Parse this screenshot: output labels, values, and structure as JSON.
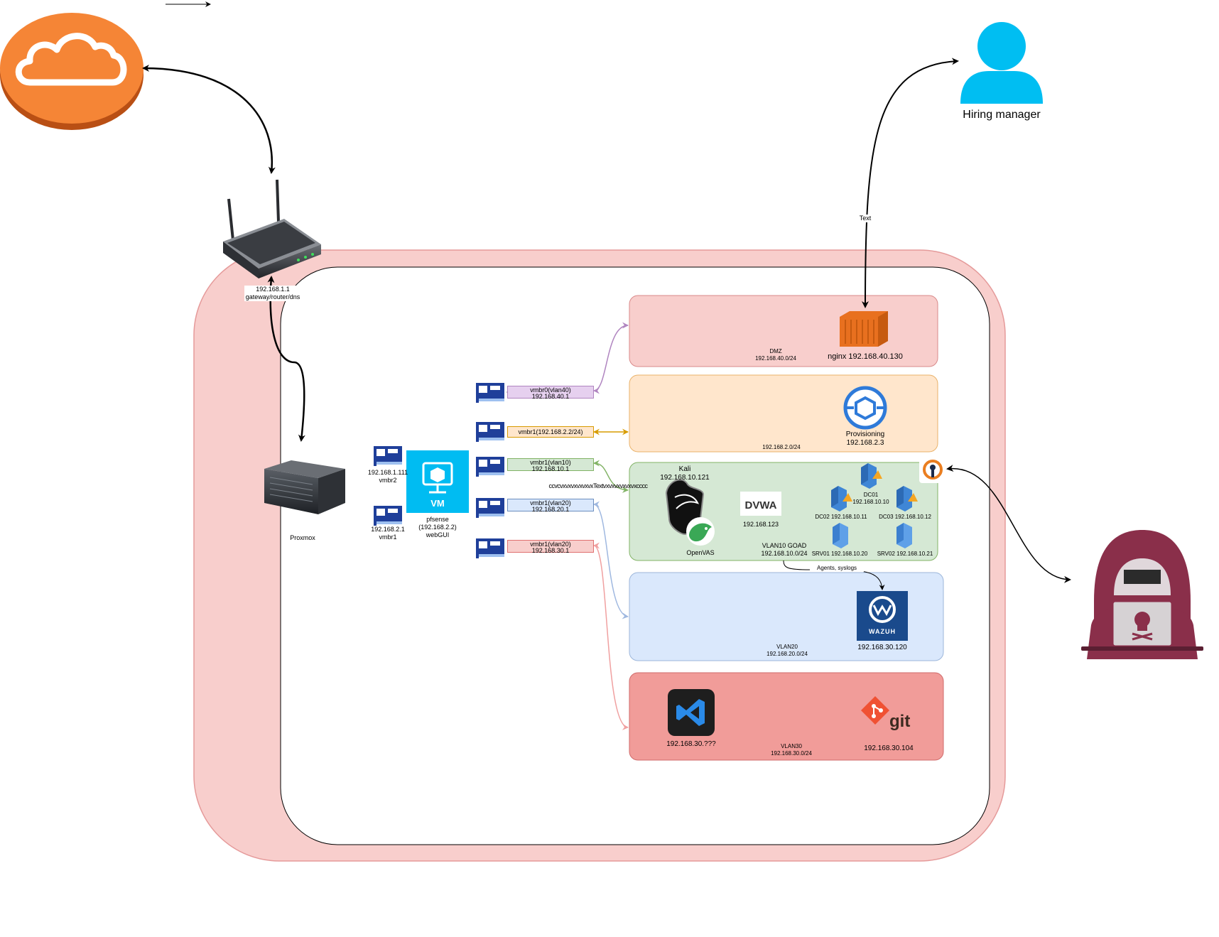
{
  "top_label": "",
  "router": {
    "ip": "192.168.1.1",
    "role": "gateway/router/dns"
  },
  "hiring_manager": {
    "label": "Hiring manager"
  },
  "edge_label_text": "Text",
  "proxmox": {
    "label": "Proxmox"
  },
  "nics": [
    {
      "label_ip": "192.168.1.111",
      "label_bridge": "vmbr2"
    },
    {
      "label_ip": "192.168.2.1",
      "label_bridge": "vmbr1"
    }
  ],
  "pfsense": {
    "badge": "VM",
    "name": "pfsense",
    "ip": "(192.168.2.2)",
    "note": "webGUI"
  },
  "bridges": [
    {
      "name": "vmbr0(vlan40)",
      "ip": "192.168.40.1",
      "color": "#b085c0",
      "fill": "#e6d0ef"
    },
    {
      "name": "vmbr1(192.168.2.2/24)",
      "ip": "",
      "color": "#d79b00",
      "fill": "#ffe6cc"
    },
    {
      "name": "vmbr1(vlan10)",
      "ip": "192.168.10.1",
      "color": "#82b366",
      "fill": "#d5e8d4"
    },
    {
      "name": "vmbr1(vlan20)",
      "ip": "192.168.20.1",
      "color": "#6c8ebf",
      "fill": "#dae8fc"
    },
    {
      "name": "vmbr1(vlan20)",
      "ip": "192.168.30.1",
      "color": "#e07070",
      "fill": "#f8cecc"
    }
  ],
  "overlap_text": "ccvcvxvxvxvxvxvxTextvxvxvxvxvxvxcccc",
  "zones": {
    "dmz": {
      "name": "DMZ",
      "subnet": "192.168.40.0/24",
      "nginx": "nginx 192.168.40.130",
      "color": "#f8cecc"
    },
    "prov": {
      "subnet": "192.168.2.0/24",
      "name": "Provisioning",
      "ip": "192.168.2.3",
      "color": "#ffe6cc"
    },
    "vlan10": {
      "kali_name": "Kali",
      "kali_ip": "192.168.10.121",
      "openvas": "OpenVAS",
      "dvwa_logo": "DVWA",
      "dvwa_ip": "192.168.123",
      "name": "VLAN10 GOAD",
      "subnet": "192.168.10.0/24",
      "dc01": "DC01",
      "dc01_ip": "192.168.10.10",
      "dc02": "DC02 192.168.10.11",
      "dc03": "DC03 192.168.10.12",
      "srv01": "SRV01 192.168.10.20",
      "srv02": "SRV02 192.168.10.21",
      "color": "#d5e8d4"
    },
    "vlan20": {
      "name": "VLAN20",
      "subnet": "192.168.20.0/24",
      "wazuh_logo": "WAZUH",
      "wazuh_ip": "192.168.30.120",
      "color": "#dae8fc"
    },
    "vlan30": {
      "name": "VLAN30",
      "subnet": "192.168.30.0/24",
      "vscode_ip": "192.168.30.???",
      "git_logo": "git",
      "git_ip": "192.168.30.104",
      "color": "#f19c99"
    }
  },
  "agents_label": "Agents, syslogs",
  "colors": {
    "outer_band": "#f8cecc",
    "cloud": "#f58536",
    "person": "#00bef2",
    "hacker": "#8a2f4a",
    "vm": "#00bcf2"
  },
  "icons": [
    "cloud-icon",
    "router-icon",
    "person-icon",
    "server-icon",
    "nic-icon",
    "vm-icon",
    "container-icon",
    "provisioning-icon",
    "kali-icon",
    "openvas-icon",
    "dvwa-icon",
    "windows-server-icon",
    "openvpn-icon",
    "wazuh-icon",
    "vscode-icon",
    "git-icon",
    "hacker-icon"
  ]
}
